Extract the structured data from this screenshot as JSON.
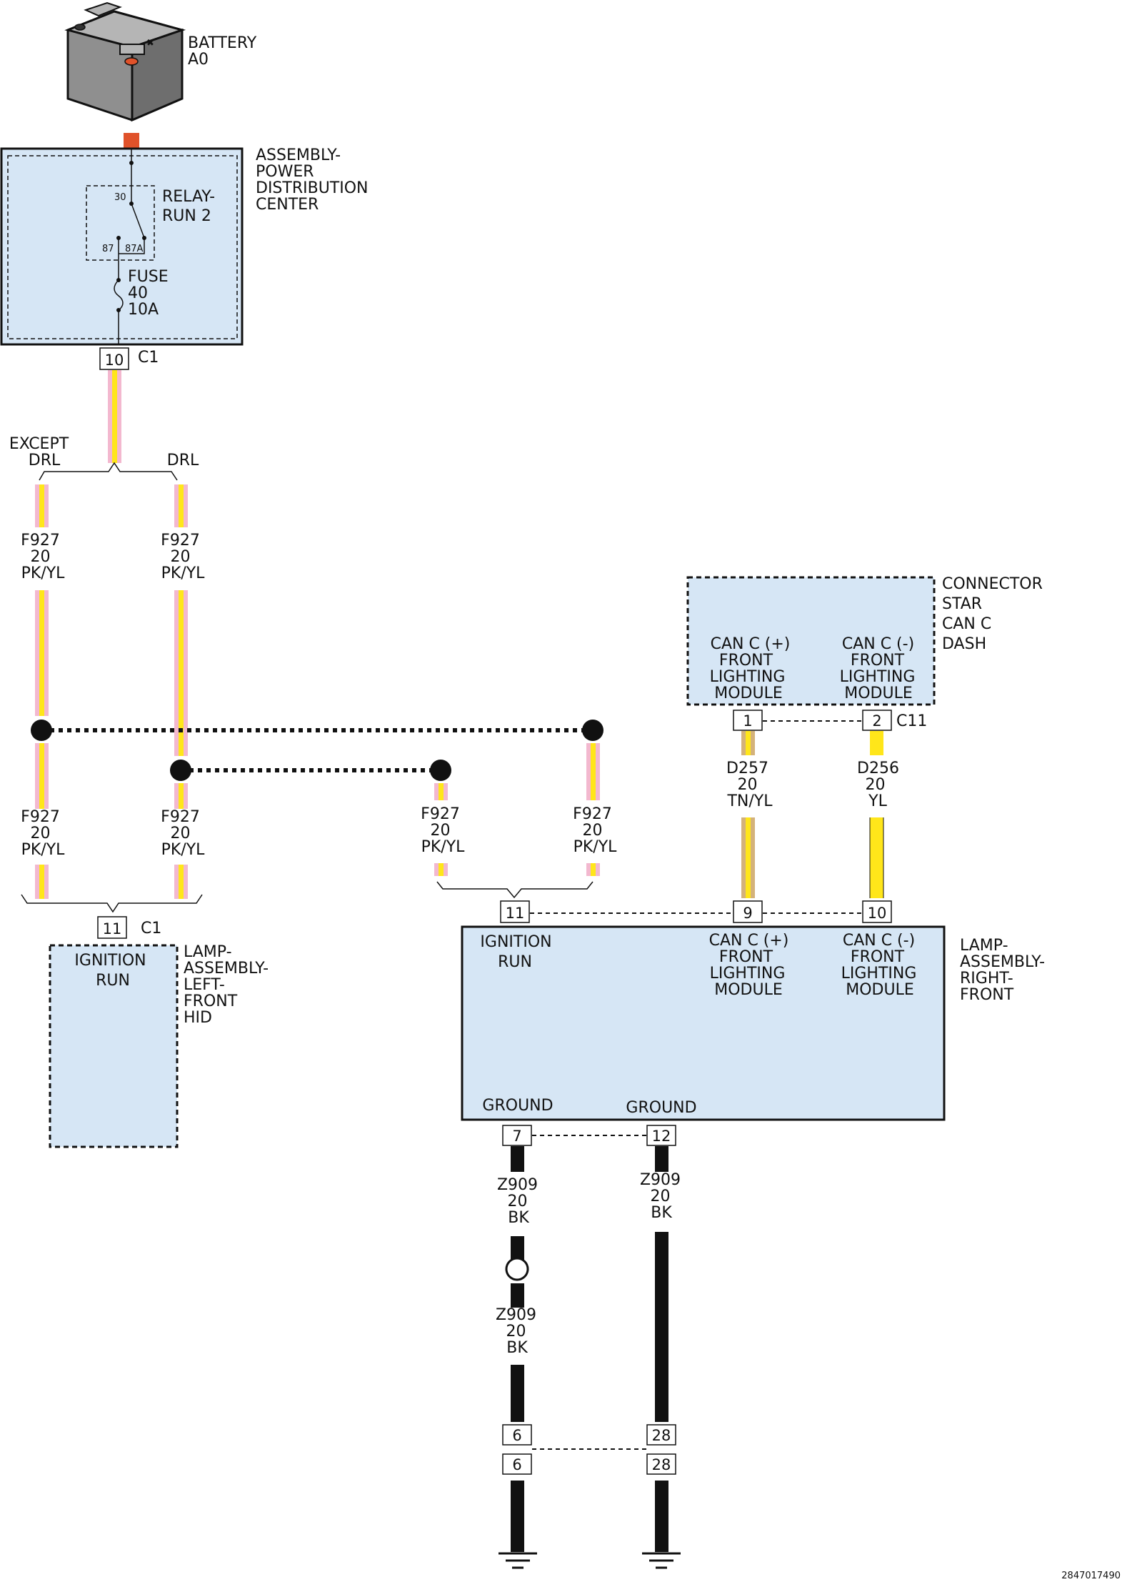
{
  "battery": {
    "label": [
      "BATTERY",
      "A0"
    ]
  },
  "pdc": {
    "label": [
      "ASSEMBLY-",
      "POWER",
      "DISTRIBUTION",
      "CENTER"
    ],
    "relay_label": [
      "RELAY-",
      "RUN 2"
    ],
    "relay_pins": {
      "p30": "30",
      "p87": "87",
      "p87a": "87A"
    },
    "fuse_label": [
      "FUSE",
      "40",
      "10A"
    ],
    "pin": "10",
    "connector": "C1"
  },
  "splice": {
    "except_drl": [
      "EXCEPT",
      "DRL"
    ],
    "drl": "DRL"
  },
  "wires": {
    "f927": [
      "F927",
      "20",
      "PK/YL"
    ],
    "d257": [
      "D257",
      "20",
      "TN/YL"
    ],
    "d256": [
      "D256",
      "20",
      "YL"
    ],
    "z909": [
      "Z909",
      "20",
      "BK"
    ]
  },
  "colors": {
    "pink": "#f3b8cf",
    "yellow": "#ffe61a",
    "tan": "#d4b27a",
    "black": "#111111",
    "box_fill": "#d6e6f5",
    "battery_orange": "#e0522a"
  },
  "star_connector": {
    "label": [
      "CONNECTOR",
      "STAR",
      "CAN C",
      "DASH"
    ],
    "can_plus": [
      "CAN C (+)",
      "FRONT",
      "LIGHTING",
      "MODULE"
    ],
    "can_minus": [
      "CAN C (-)",
      "FRONT",
      "LIGHTING",
      "MODULE"
    ],
    "pin1": "1",
    "pin2": "2",
    "connector": "C11"
  },
  "lamp_left": {
    "label": [
      "LAMP-",
      "ASSEMBLY-",
      "LEFT-",
      "FRONT",
      "HID"
    ],
    "ignition": [
      "IGNITION",
      "RUN"
    ],
    "pin": "11",
    "connector": "C1"
  },
  "lamp_right": {
    "label": [
      "LAMP-",
      "ASSEMBLY-",
      "RIGHT-",
      "FRONT"
    ],
    "ignition": [
      "IGNITION",
      "RUN"
    ],
    "can_plus": [
      "CAN C (+)",
      "FRONT",
      "LIGHTING",
      "MODULE"
    ],
    "can_minus": [
      "CAN C (-)",
      "FRONT",
      "LIGHTING",
      "MODULE"
    ],
    "ground": "GROUND",
    "pins": {
      "ign": "11",
      "canp": "9",
      "canm": "10",
      "g1": "7",
      "g2": "12"
    }
  },
  "ground_pins": {
    "a": "6",
    "b": "28"
  },
  "doc_id": "2847017490"
}
